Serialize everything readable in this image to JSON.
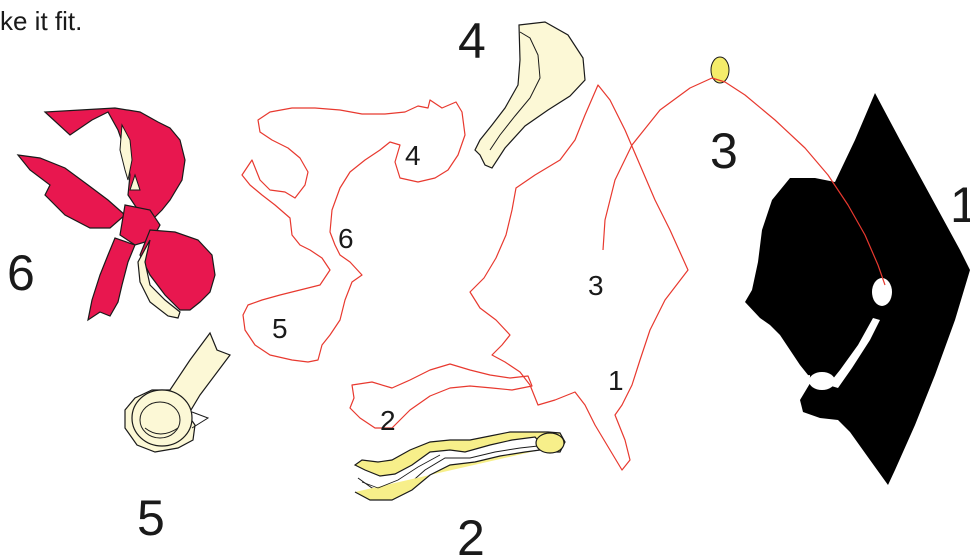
{
  "caption": "ke it fit.",
  "colors": {
    "cut_line": "#e8392f",
    "cap": "#000000",
    "bow": "#e8174f",
    "paper": "#fcf8d6",
    "tassel": "#f7ef8a",
    "button": "#f4ec6a",
    "outline": "#1a1a1a"
  },
  "parts": [
    {
      "icon": "graduation-cap-icon",
      "number": "1"
    },
    {
      "icon": "tassel-icon",
      "number": "2"
    },
    {
      "icon": "button-icon",
      "number": "3"
    },
    {
      "icon": "cap-band-icon",
      "number": "4"
    },
    {
      "icon": "scroll-icon",
      "number": "5"
    },
    {
      "icon": "bow-icon",
      "number": "6"
    }
  ],
  "cut_labels": [
    "1",
    "2",
    "3",
    "4",
    "5",
    "6"
  ]
}
